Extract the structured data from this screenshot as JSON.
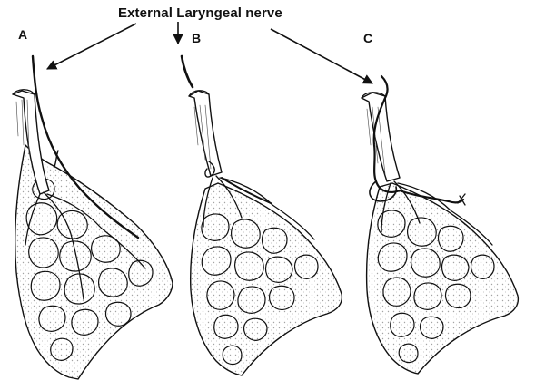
{
  "title": "External Laryngeal nerve",
  "panels": [
    {
      "label": "A"
    },
    {
      "label": "B"
    },
    {
      "label": "C"
    }
  ]
}
